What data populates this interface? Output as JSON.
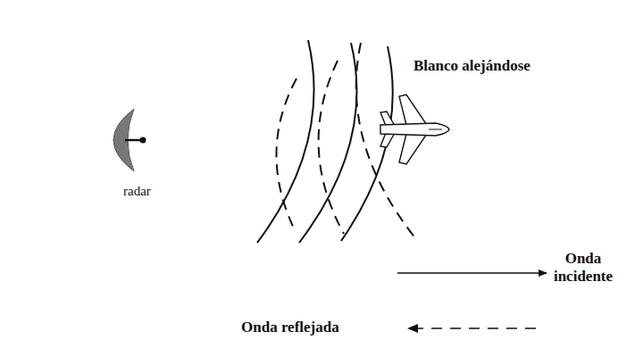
{
  "diagram": {
    "labels": [
      "radar",
      "Blanco alejándose",
      "Onda incidente",
      "Onda reflejada"
    ]
  }
}
